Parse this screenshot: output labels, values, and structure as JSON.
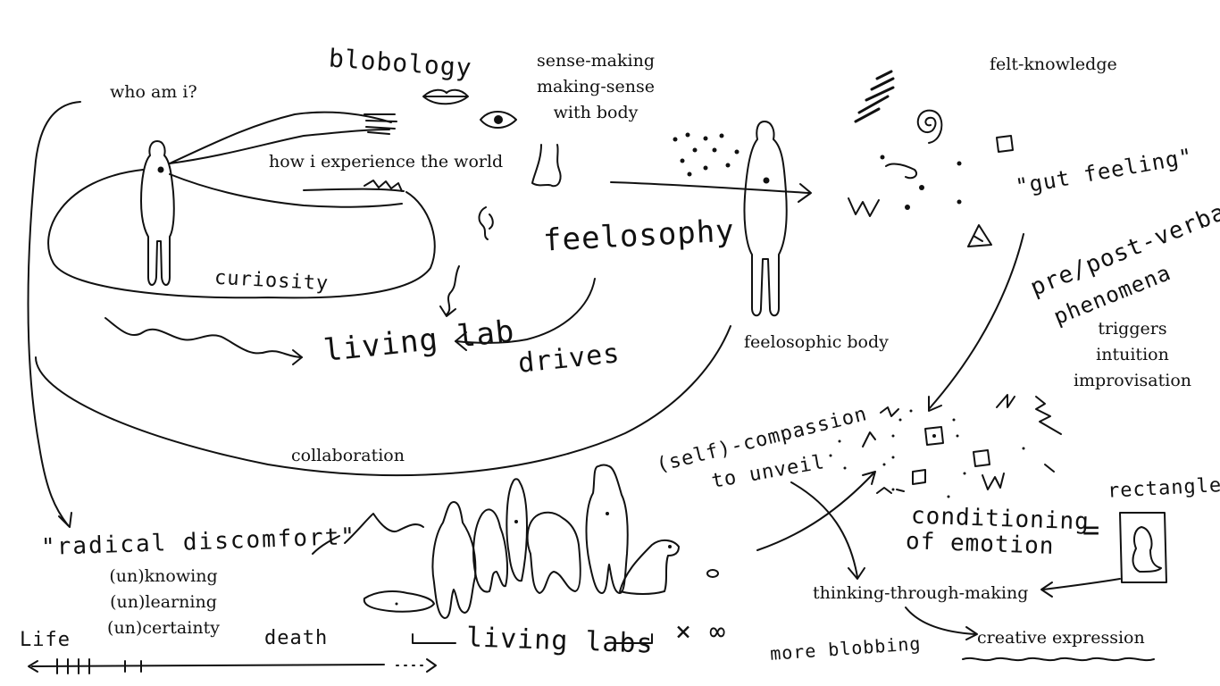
{
  "typed_labels": {
    "who_am_i": "who am i?",
    "sense_making": [
      "sense-making",
      "making-sense",
      "with body"
    ],
    "felt_knowledge": "felt-knowledge",
    "how_i_experience": "how i experience the world",
    "feelosophic_body": "feelosophic body",
    "triggers": [
      "triggers",
      "intuition",
      "improvisation"
    ],
    "collaboration": "collaboration",
    "unknowing": [
      "(un)knowing",
      "(un)learning",
      "(un)certainty"
    ],
    "thinking_through_making": "thinking-through-making",
    "creative_expression": "creative expression"
  },
  "handwritten_labels": {
    "blobology": "blobology",
    "feelosophy": "feelosophy",
    "curiosity": "curiosity",
    "living_lab": "living lab",
    "drives": "drives",
    "gut_feeling": "\"gut feeling\"",
    "pre_post_verbal": "pre/post-verbal",
    "phenomena": "phenomena",
    "self_compassion": "(self)-compassion",
    "to_unveil": "to unveil",
    "conditioning": "conditioning",
    "of_emotion": "of emotion",
    "equals": "=",
    "rectangles": "rectangles",
    "radical_discomfort": "\"radical discomfort\"",
    "life": "Life",
    "death": "death",
    "living_labs": "living labs",
    "times_infinity": "× ∞",
    "more_blobbing": "more blobbing"
  },
  "colors": {
    "ink": "#111111",
    "background": "#ffffff"
  }
}
